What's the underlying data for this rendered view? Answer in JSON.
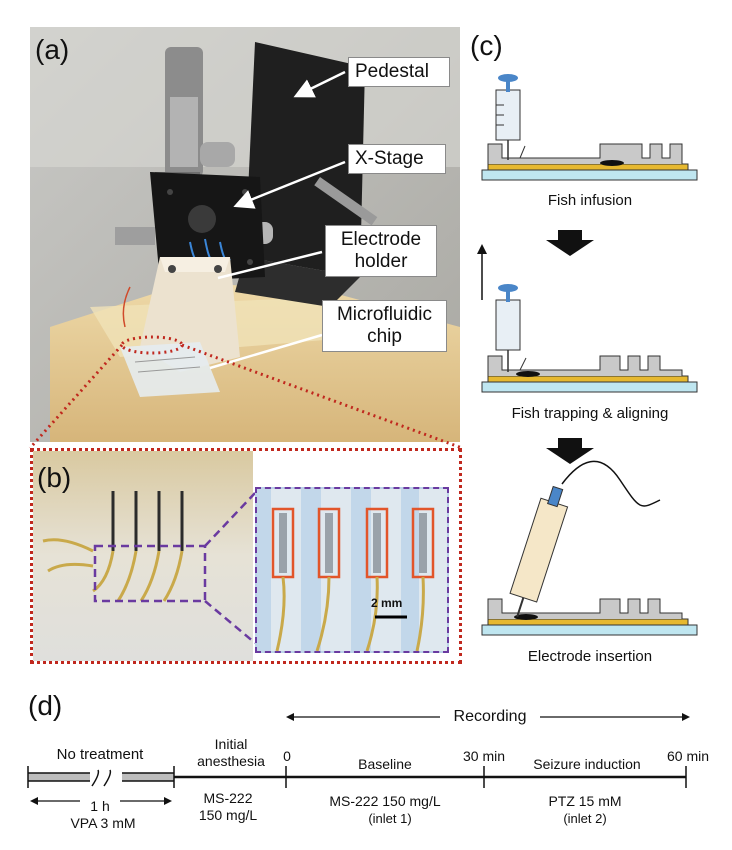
{
  "panel_a": {
    "letter": "(a)",
    "callouts": [
      {
        "id": "pedestal",
        "text": "Pedestal"
      },
      {
        "id": "xstage",
        "text": "X-Stage"
      },
      {
        "id": "holder",
        "text": "Electrode\nholder"
      },
      {
        "id": "chip",
        "text": "Microfluidic\nchip"
      }
    ]
  },
  "panel_b": {
    "letter": "(b)",
    "scale_bar": "2 mm"
  },
  "panel_c": {
    "letter": "(c)",
    "steps": [
      "Fish infusion",
      "Fish trapping & aligning",
      "Electrode insertion"
    ]
  },
  "panel_d": {
    "letter": "(d)",
    "recording": "Recording",
    "no_treatment": "No treatment",
    "duration": "1 h",
    "vpa": "VPA 3 mM",
    "initial_anesthesia": "Initial\nanesthesia",
    "ms222_initial": "MS-222\n150 mg/L",
    "t0": "0",
    "t30": "30 min",
    "t60": "60 min",
    "baseline": "Baseline",
    "baseline_detail": "MS-222 150 mg/L",
    "inlet1": "(inlet 1)",
    "seizure": "Seizure induction",
    "ptz": "PTZ 15 mM",
    "inlet2": "(inlet 2)"
  },
  "colors": {
    "dotted_red": "#c0281e",
    "dashed_purple": "#6a3aa0",
    "electrode_box": "#e2552a",
    "water": "#bfe6f0",
    "gold": "#e6b830",
    "syringe_blue": "#4a86c8"
  }
}
